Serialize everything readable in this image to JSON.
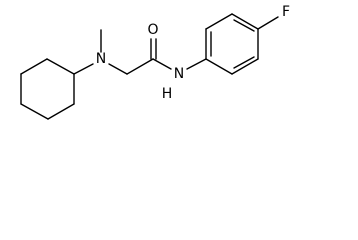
{
  "structure": {
    "atoms": {
      "nitrogen_amine": "N",
      "nitrogen_amide": "N",
      "hydrogen_amide": "H",
      "oxygen": "O",
      "fluorine": "F"
    },
    "colors": {
      "bond": "#000000",
      "background": "#ffffff"
    }
  }
}
